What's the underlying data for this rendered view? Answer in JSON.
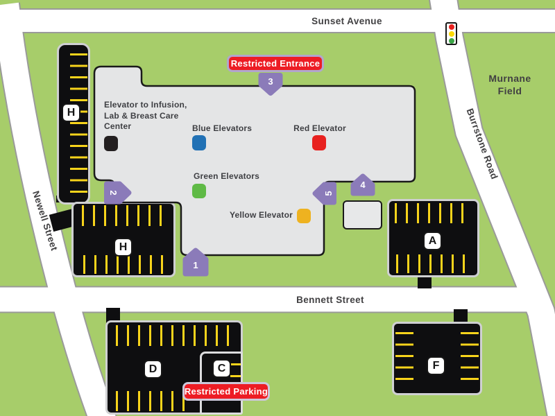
{
  "streets": {
    "sunset": "Sunset Avenue",
    "burrstone": "Burrstone Road",
    "newell": "Newell Street",
    "bennett": "Bennett Street"
  },
  "areas": {
    "murnane_field": "Murnane\nField"
  },
  "badges": {
    "restricted_entrance": "Restricted Entrance",
    "restricted_parking": "Restricted Parking"
  },
  "elevators": [
    {
      "name": "infusion-lab-breast-care",
      "label": "Elevator to Infusion,\nLab & Breast Care\nCenter",
      "color": "#231f20"
    },
    {
      "name": "blue",
      "label": "Blue Elevators",
      "color": "#2171b5"
    },
    {
      "name": "red",
      "label": "Red Elevator",
      "color": "#e8211f"
    },
    {
      "name": "green",
      "label": "Green Elevators",
      "color": "#5fba46"
    },
    {
      "name": "yellow",
      "label": "Yellow Elevator",
      "color": "#eeb220"
    }
  ],
  "parking_lots": [
    {
      "id": "h-north",
      "label": "H"
    },
    {
      "id": "h-south",
      "label": "H"
    },
    {
      "id": "a",
      "label": "A"
    },
    {
      "id": "d",
      "label": "D"
    },
    {
      "id": "c",
      "label": "C"
    },
    {
      "id": "f",
      "label": "F"
    }
  ],
  "entrance_markers": [
    {
      "number": "1"
    },
    {
      "number": "2"
    },
    {
      "number": "3"
    },
    {
      "number": "4"
    },
    {
      "number": "5"
    }
  ],
  "traffic_light": {
    "colors": [
      "#e8211f",
      "#fcd905",
      "#3aa546"
    ]
  },
  "palette": {
    "grass": "#a7cd6a",
    "road": "#ffffff",
    "road_edge": "#9a9a9a",
    "lot_black": "#0e0e10",
    "stripe_yellow": "#f8d41b",
    "building_gray": "#e4e5e6",
    "marker_purple": "#8b7bb9",
    "badge_red": "#ed1c24",
    "text": "#414042"
  }
}
